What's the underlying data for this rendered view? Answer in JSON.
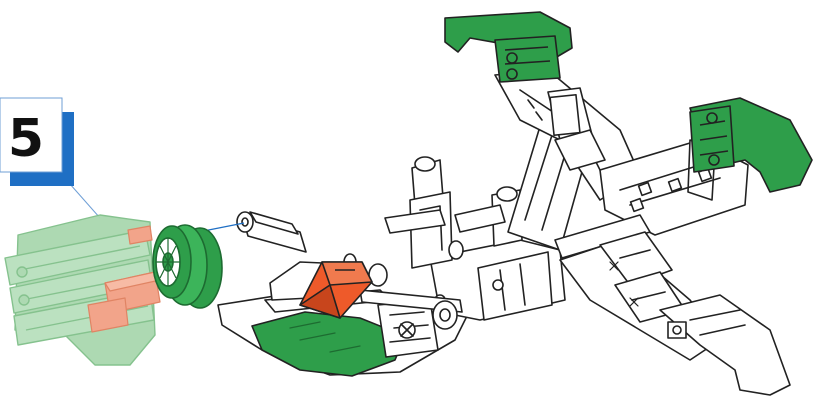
{
  "step": {
    "number": "5"
  },
  "colors": {
    "green": "#2e9e4a",
    "ghost_green": "#a9d8ae",
    "orange": "#ee5a2a",
    "ghost_orange": "#f2a48a",
    "outline": "#222222",
    "callout": "#1f6fc4"
  },
  "parts": [
    {
      "name": "axle-rod-icon",
      "color": "white"
    },
    {
      "name": "pulley-wheel-icon",
      "color": "green"
    },
    {
      "name": "building-block-ghost-icon",
      "color": "ghost_green"
    },
    {
      "name": "connector-ghost-icon",
      "color": "ghost_orange"
    },
    {
      "name": "wedge-block-icon",
      "color": "orange"
    },
    {
      "name": "green-claw-icon",
      "color": "green"
    },
    {
      "name": "green-base-plate-icon",
      "color": "green"
    }
  ]
}
